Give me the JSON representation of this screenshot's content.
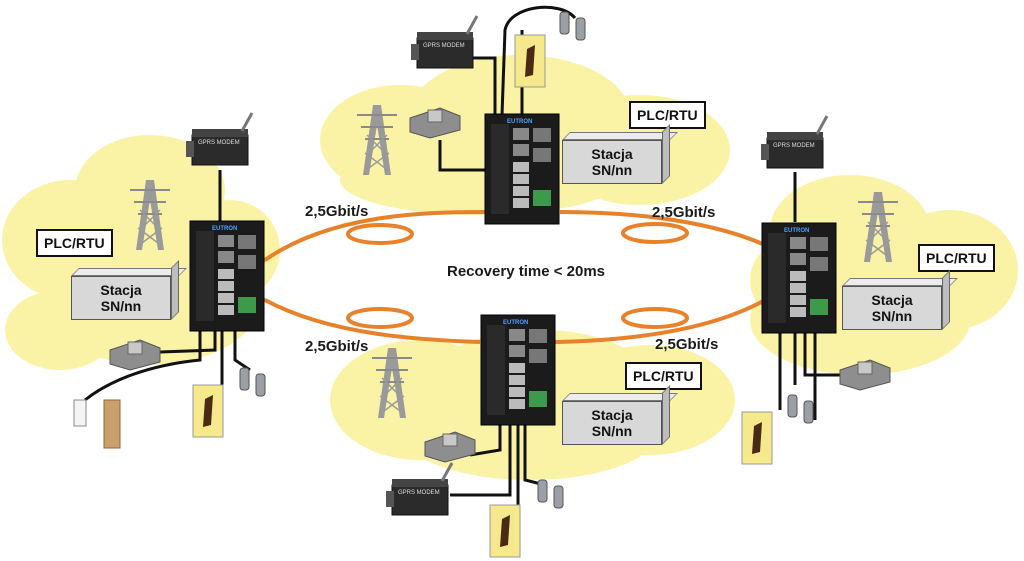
{
  "diagram": {
    "center_label": "Recovery time < 20ms",
    "link_labels": {
      "top_left": "2,5Gbit/s",
      "top_right": "2,5Gbit/s",
      "bottom_left": "2,5Gbit/s",
      "bottom_right": "2,5Gbit/s"
    },
    "nodes": {
      "left": {
        "plc": "PLC/RTU",
        "station_line1": "Stacja",
        "station_line2": "SN/nn",
        "modem": "GPRS MODEM"
      },
      "top": {
        "plc": "PLC/RTU",
        "station_line1": "Stacja",
        "station_line2": "SN/nn",
        "modem": "GPRS MODEM"
      },
      "right": {
        "plc": "PLC/RTU",
        "station_line1": "Stacja",
        "station_line2": "SN/nn",
        "modem": "GPRS MODEM"
      },
      "bottom": {
        "plc": "PLC/RTU",
        "station_line1": "Stacja",
        "station_line2": "SN/nn",
        "modem": "GPRS MODEM"
      }
    },
    "switch_brand": "EUTRON",
    "colors": {
      "cloud": "#faf3a6",
      "ring": "#e8822a",
      "switch": "#1b1b1b",
      "station": "#d8d8d8",
      "pylon": "#9a9a9a",
      "sensor_card": "#f5e98c"
    }
  }
}
